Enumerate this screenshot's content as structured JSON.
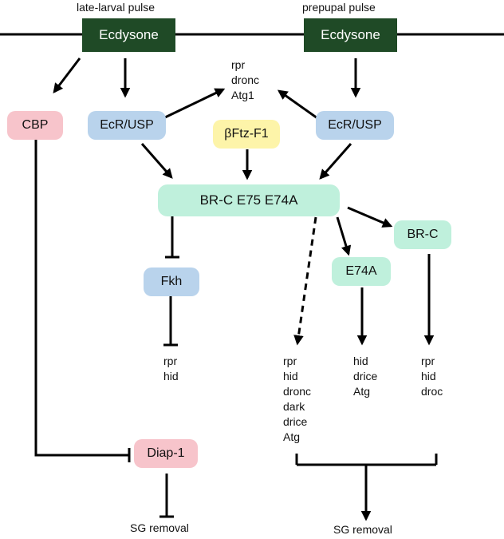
{
  "pulses": {
    "late_larval": "late-larval pulse",
    "prepupal": "prepupal pulse"
  },
  "nodes": {
    "ecdysone_1": "Ecdysone",
    "ecdysone_2": "Ecdysone",
    "cbp": "CBP",
    "ecr_usp_1": "EcR/USP",
    "ecr_usp_2": "EcR/USP",
    "bftz_f1": "βFtz-F1",
    "brc_e75_e74a": "BR-C E75 E74A",
    "brc": "BR-C",
    "e74a": "E74A",
    "fkh": "Fkh",
    "diap1": "Diap-1"
  },
  "gene_lists": {
    "top": [
      "rpr",
      "dronc",
      "Atg1"
    ],
    "fkh_targets": [
      "rpr",
      "hid"
    ],
    "dashed_targets": [
      "rpr",
      "hid",
      "dronc",
      "dark",
      "drice",
      "Atg"
    ],
    "e74a_targets": [
      "hid",
      "drice",
      "Atg"
    ],
    "brc_targets": [
      "rpr",
      "hid",
      "droc"
    ]
  },
  "outcomes": {
    "left": "SG removal",
    "right": "SG removal"
  },
  "colors": {
    "ecdysone": "#1f4a26",
    "receptor_blue": "#b9d3ec",
    "cbp_pink": "#f7c4cb",
    "ftz_yellow": "#fdf4a9",
    "target_mint": "#bff0dc"
  }
}
